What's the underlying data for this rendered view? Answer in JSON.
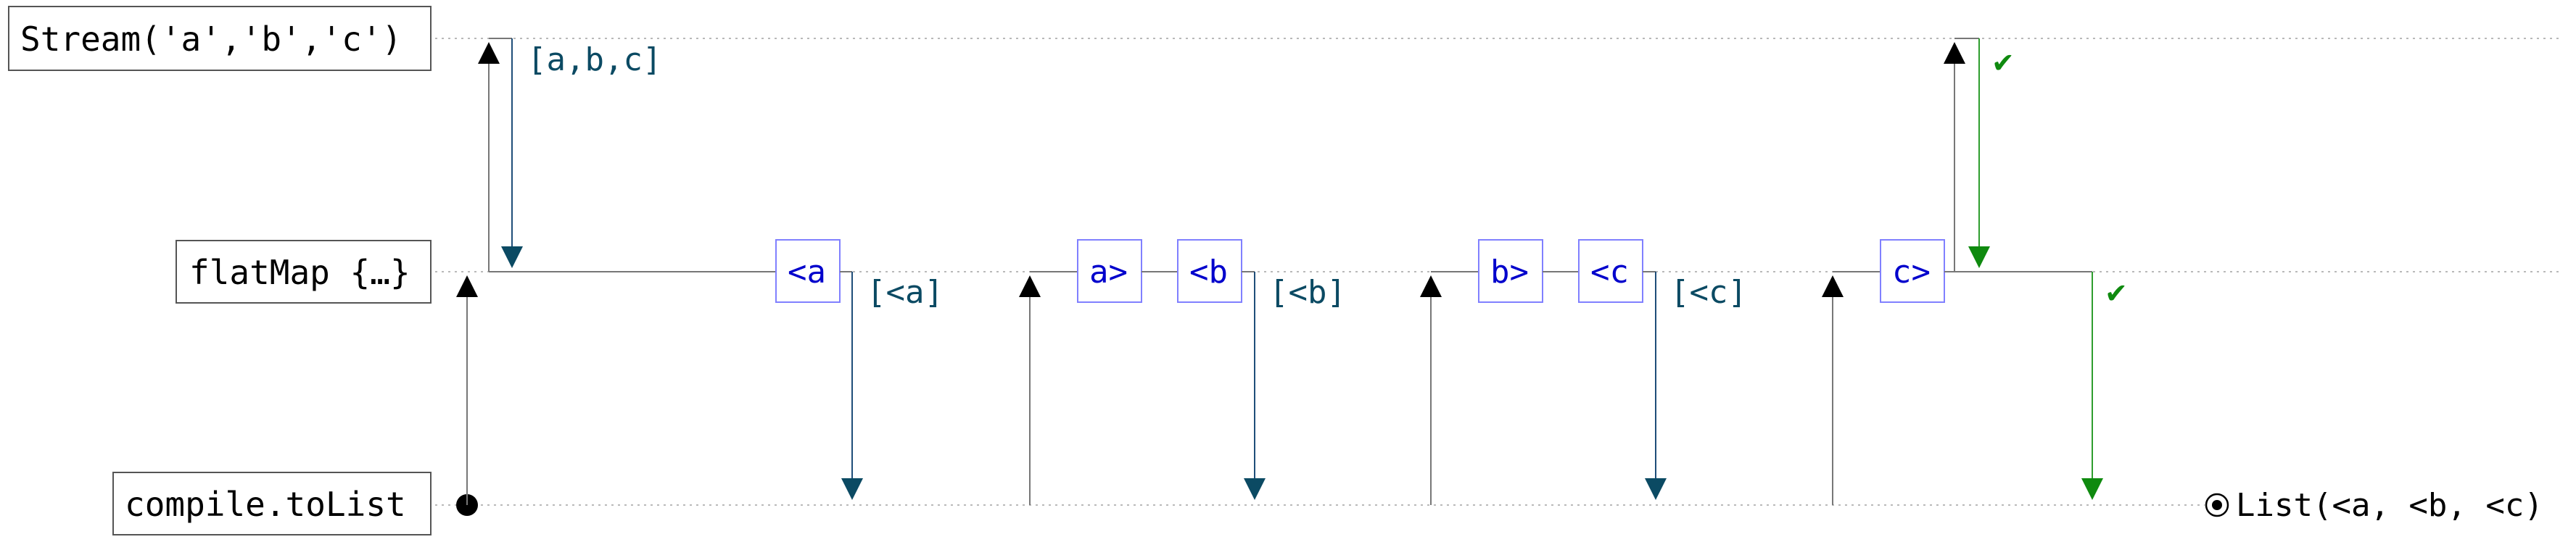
{
  "lanes": [
    {
      "id": "source",
      "label": "Stream('a','b','c')"
    },
    {
      "id": "operator",
      "label": "flatMap {…}"
    },
    {
      "id": "sink",
      "label": "compile.toList"
    }
  ],
  "elements": {
    "a_open": "<a",
    "a_close": "a>",
    "b_open": "<b",
    "b_close": "b>",
    "c_open": "<c",
    "c_close": "c>"
  },
  "emissions": {
    "source_chunk": "[a,b,c]",
    "chunk_a": "[<a]",
    "chunk_b": "[<b]",
    "chunk_c": "[<c]"
  },
  "completion": {
    "source_done": "✔",
    "operator_done": "✔"
  },
  "result": {
    "icon": "target-circle-icon",
    "text": "List(<a, <b, <c)"
  },
  "colors": {
    "emit": "#0b4a63",
    "complete": "#0f8a0f",
    "element_text": "#0000cc",
    "element_border": "#8080ff"
  }
}
